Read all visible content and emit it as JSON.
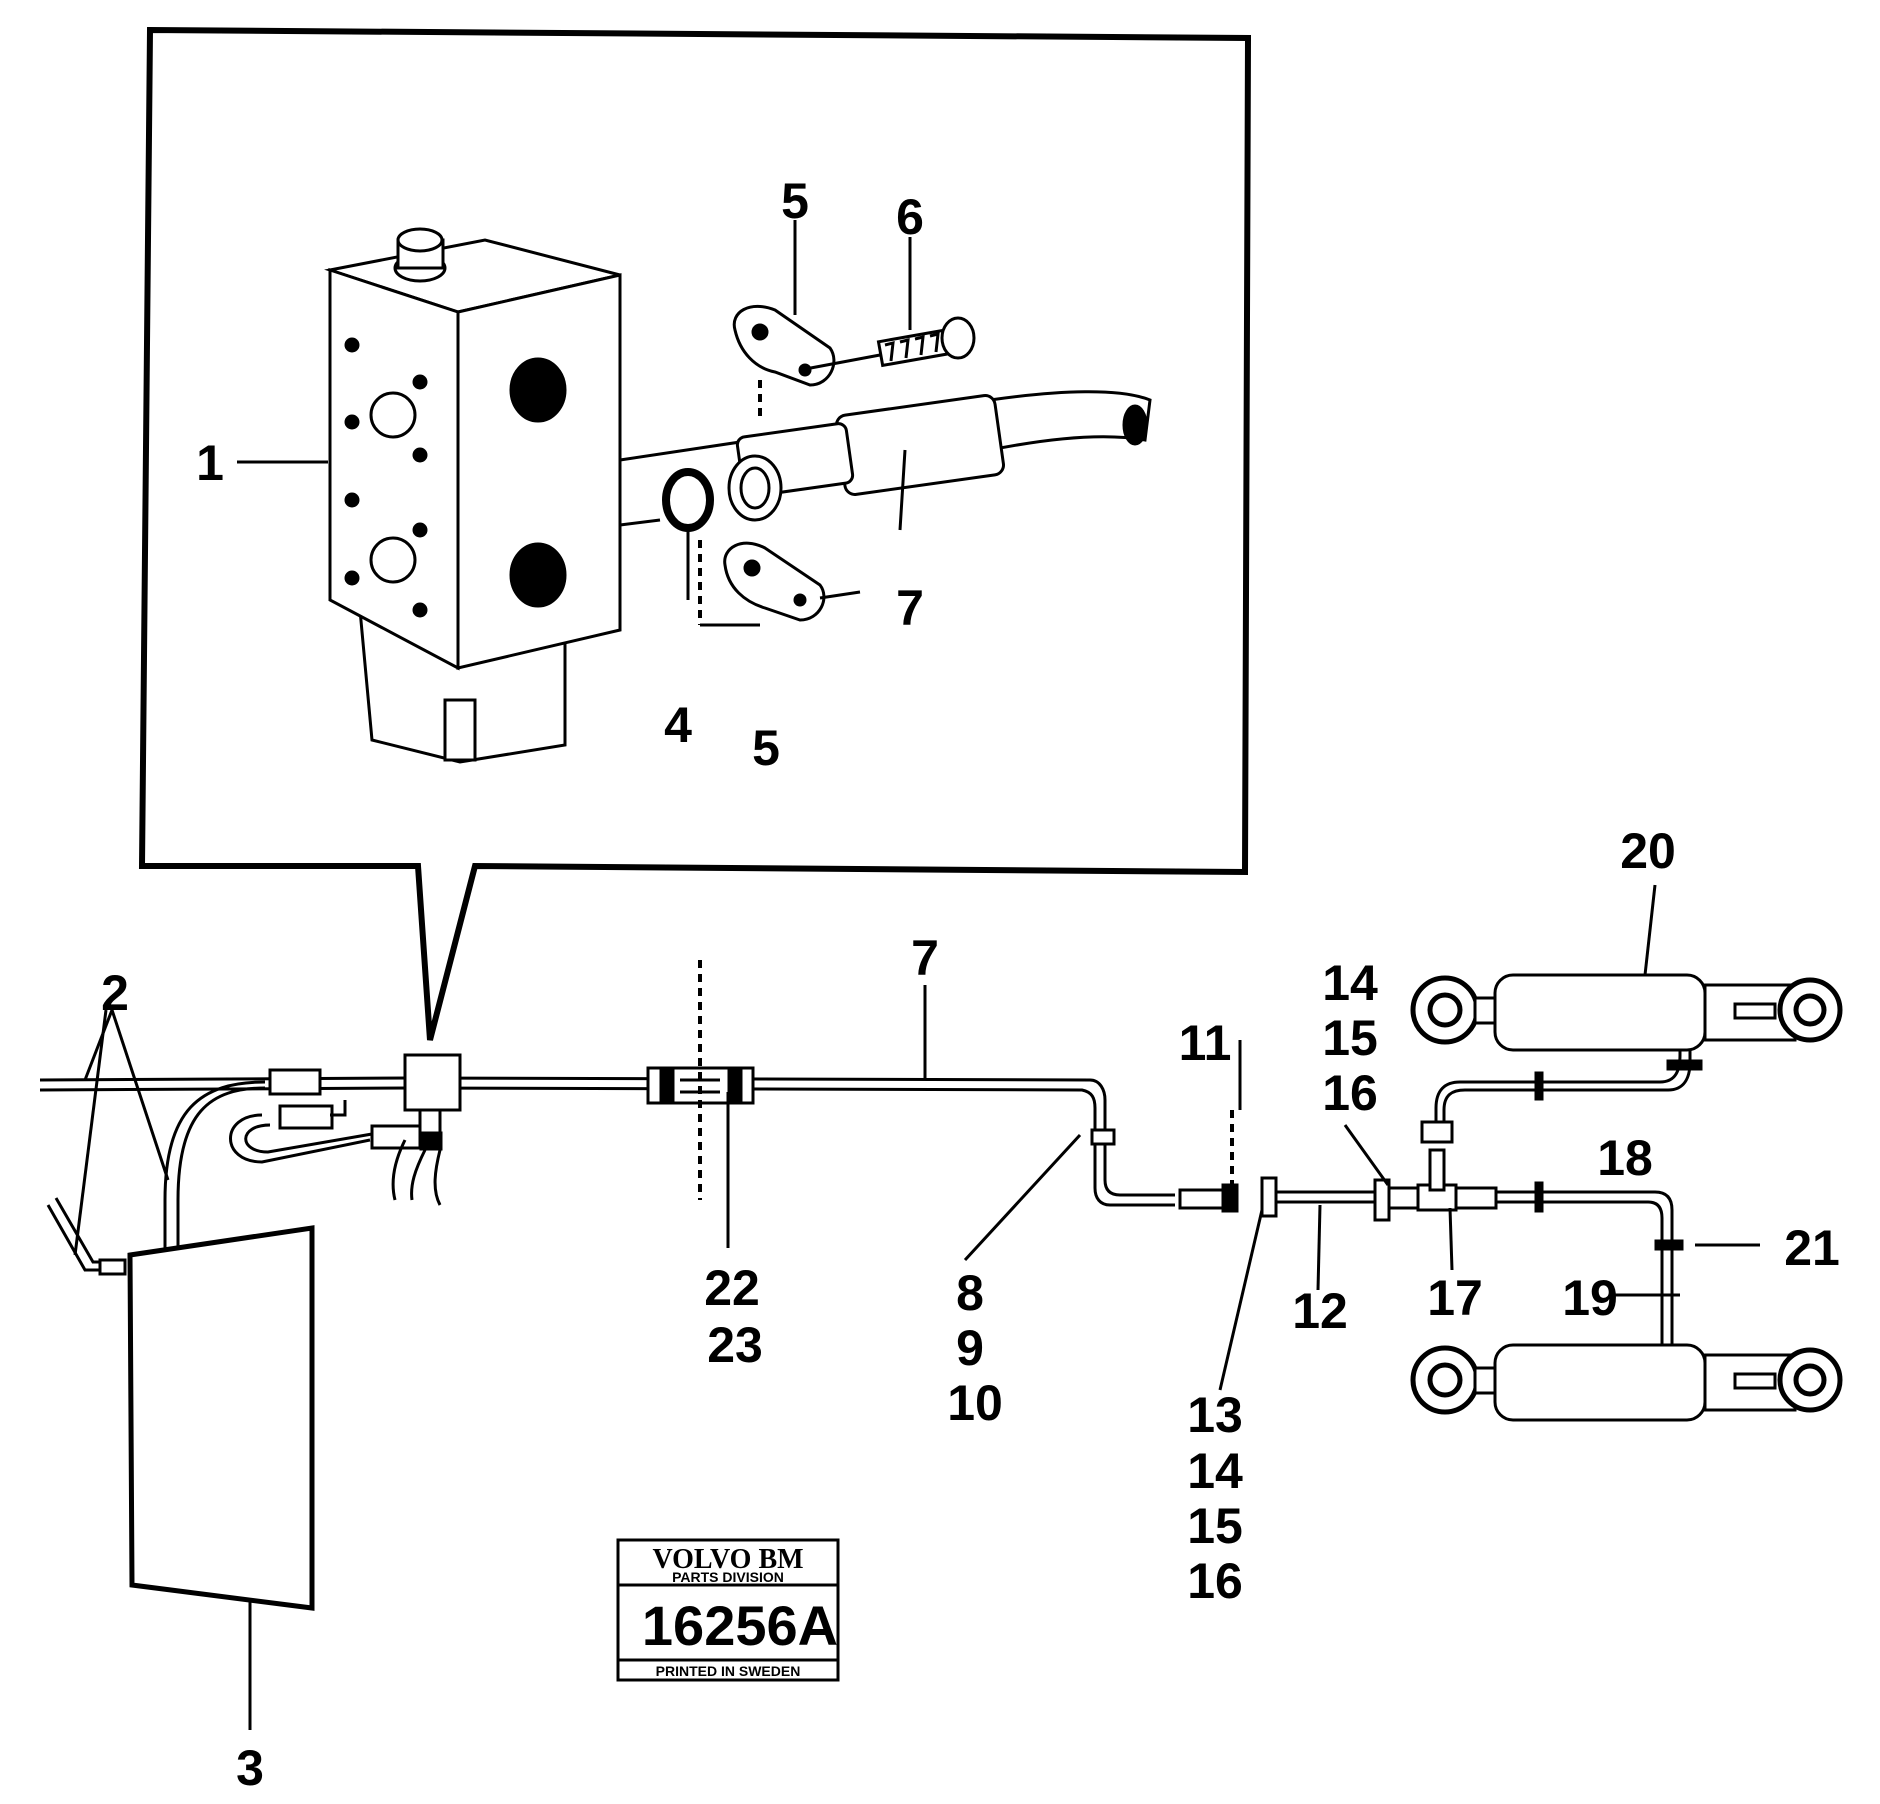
{
  "callouts": [
    {
      "id": "c1",
      "text": "1"
    },
    {
      "id": "c2",
      "text": "2"
    },
    {
      "id": "c3",
      "text": "3"
    },
    {
      "id": "c4",
      "text": "4"
    },
    {
      "id": "c5a",
      "text": "5"
    },
    {
      "id": "c5b",
      "text": "5"
    },
    {
      "id": "c6",
      "text": "6"
    },
    {
      "id": "c7a",
      "text": "7"
    },
    {
      "id": "c7b",
      "text": "7"
    },
    {
      "id": "c8",
      "text": "8"
    },
    {
      "id": "c9",
      "text": "9"
    },
    {
      "id": "c10",
      "text": "10"
    },
    {
      "id": "c11",
      "text": "11"
    },
    {
      "id": "c12",
      "text": "12"
    },
    {
      "id": "c13",
      "text": "13"
    },
    {
      "id": "c14a",
      "text": "14"
    },
    {
      "id": "c15a",
      "text": "15"
    },
    {
      "id": "c16a",
      "text": "16"
    },
    {
      "id": "c14b",
      "text": "14"
    },
    {
      "id": "c15b",
      "text": "15"
    },
    {
      "id": "c16b",
      "text": "16"
    },
    {
      "id": "c17",
      "text": "17"
    },
    {
      "id": "c18",
      "text": "18"
    },
    {
      "id": "c19",
      "text": "19"
    },
    {
      "id": "c20",
      "text": "20"
    },
    {
      "id": "c21",
      "text": "21"
    },
    {
      "id": "c22",
      "text": "22"
    },
    {
      "id": "c23",
      "text": "23"
    }
  ],
  "stamp": {
    "brand": "VOLVO BM",
    "division": "PARTS DIVISION",
    "number": "16256A",
    "footer": "PRINTED IN SWEDEN"
  }
}
